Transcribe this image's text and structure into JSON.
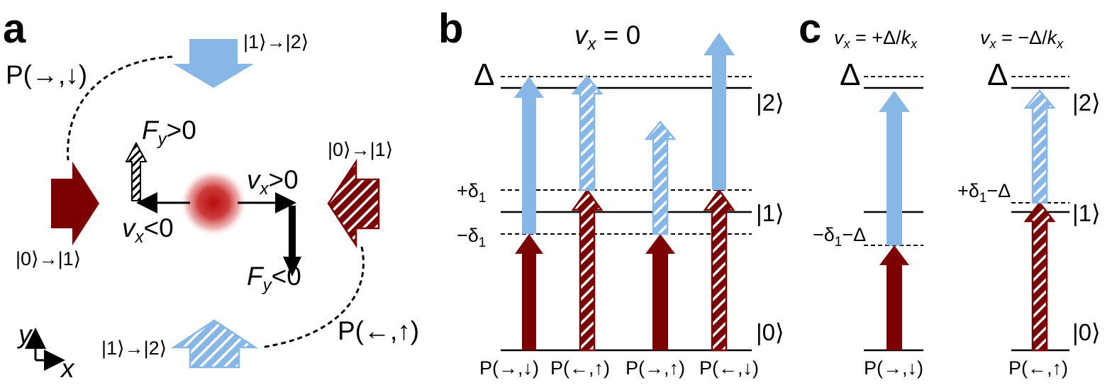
{
  "panels": {
    "a": {
      "letter": "a",
      "beam_top_label": "|1⟩→|2⟩",
      "beam_left_label": "|0⟩→|1⟩",
      "beam_right_label": "|0⟩→|1⟩",
      "beam_bottom_label": "|1⟩→|2⟩",
      "path_top_label": "P(→,↓)",
      "path_bottom_label": "P(←,↑)",
      "force_up_label": "Fy>0",
      "force_down_label": "Fy<0",
      "velocity_pos_label": "vx>0",
      "velocity_neg_label": "vx<0",
      "axis_y": "y",
      "axis_x": "x"
    },
    "b": {
      "letter": "b",
      "title": "vx = 0",
      "delta_label": "Δ",
      "plus_delta1": "+δ1",
      "minus_delta1": "−δ1",
      "state_0": "|0⟩",
      "state_1": "|1⟩",
      "state_2": "|2⟩",
      "columns": [
        "P(→,↓)",
        "P(←,↑)",
        "P(→,↑)",
        "P(←,↓)"
      ]
    },
    "c": {
      "letter": "c",
      "title_left": "vx = +Δ/kx",
      "title_right": "vx = −Δ/kx",
      "delta_left": "Δ",
      "delta_right": "Δ",
      "left_detuning": "−δ1−Δ",
      "right_detuning": "+δ1−Δ",
      "state_0": "|0⟩",
      "state_1": "|1⟩",
      "state_2": "|2⟩",
      "column_left": "P(→,↓)",
      "column_right": "P(←,↑)"
    }
  },
  "colors": {
    "dark_red": "#7d0000",
    "light_blue": "#86b7e6",
    "hatch_white": "#ffffff",
    "black": "#000000"
  }
}
